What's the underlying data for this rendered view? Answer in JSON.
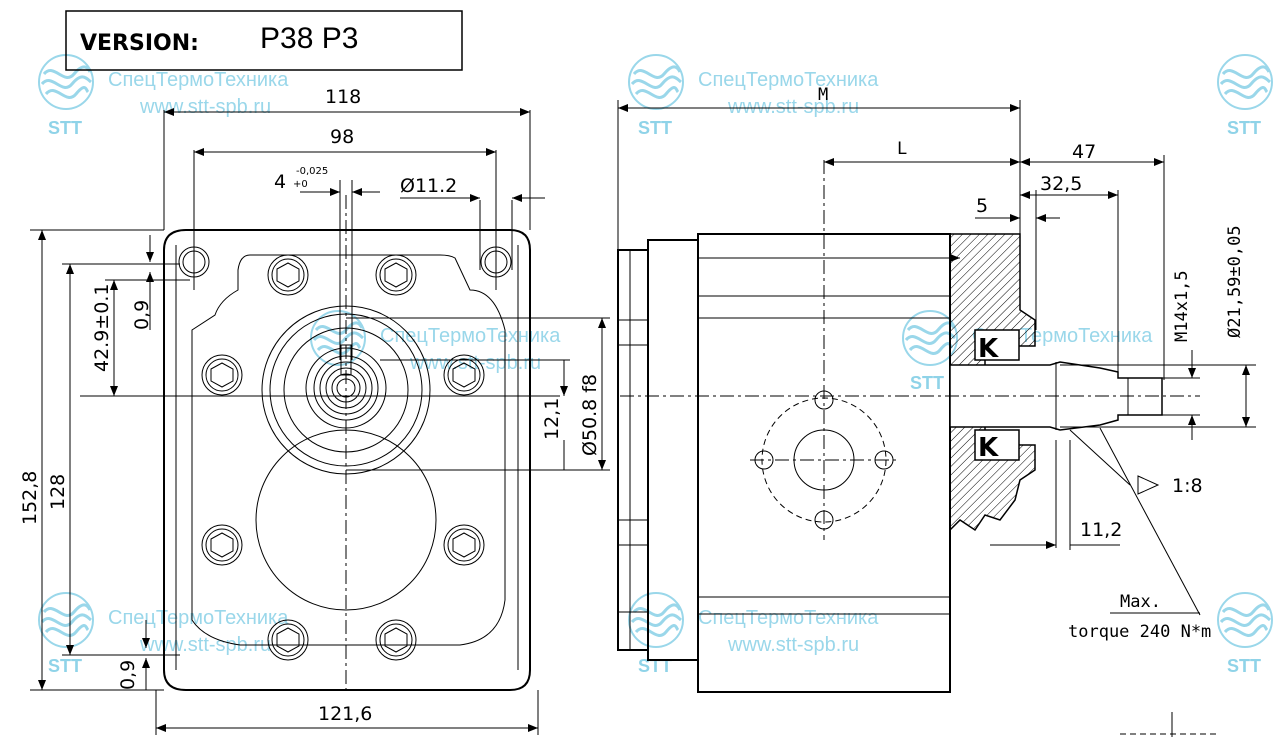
{
  "version": {
    "label": "VERSION:",
    "value": "P38 P3"
  },
  "watermark": {
    "company": "СпецТермоТехника",
    "url": "www.stt-spb.ru",
    "logo_text": "STT",
    "color": "#8fd3e8"
  },
  "front_view": {
    "dim_width_118": "118",
    "dim_width_98": "98",
    "dim_key": "4",
    "dim_key_tol_upper": "-0,025",
    "dim_key_tol_lower": "+0",
    "dim_hole": "Ø11.2",
    "dim_height_152": "152,8",
    "dim_height_128": "128",
    "dim_shaft_offset": "42.9±0.1",
    "dim_top_gap": "0,9",
    "dim_bottom_gap": "0,9",
    "dim_key_depth": "12,1",
    "dim_pilot": "Ø50.8 f8",
    "dim_base_width": "121,6"
  },
  "side_view": {
    "dim_M": "M",
    "dim_L": "L",
    "dim_47": "47",
    "dim_32_5": "32,5",
    "dim_5": "5",
    "dim_thread": "M14x1,5",
    "dim_shaft_dia": "Ø21,59±0,05",
    "dim_taper": "1:8",
    "dim_11_2": "11,2",
    "note_max": "Max.",
    "note_torque": "torque 240 N*m"
  }
}
